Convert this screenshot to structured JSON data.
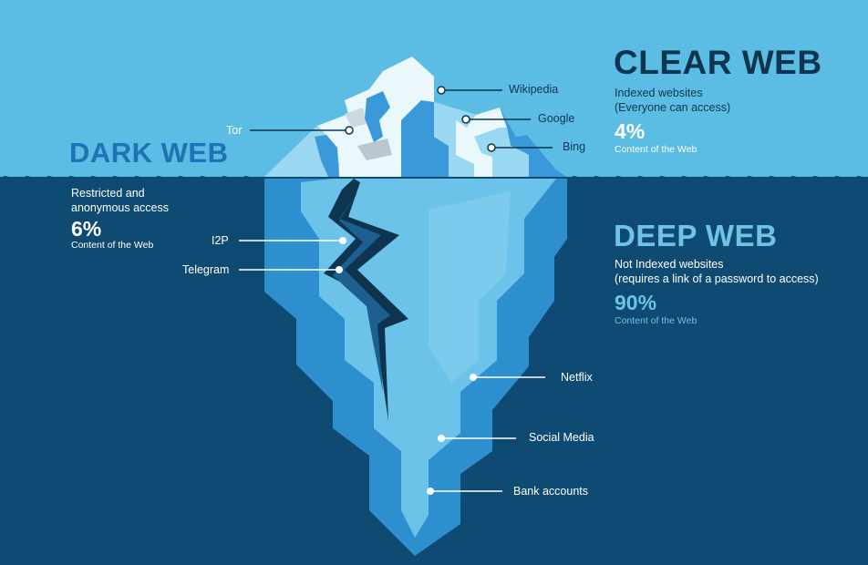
{
  "clear_web": {
    "title": "CLEAR WEB",
    "desc_line1": "Indexed websites",
    "desc_line2": "(Everyone can access)",
    "percent": "4%",
    "caption": "Content of the Web",
    "examples": [
      "Wikipedia",
      "Google",
      "Bing"
    ]
  },
  "dark_web": {
    "title": "DARK WEB",
    "desc_line1": "Restricted and",
    "desc_line2": "anonymous access",
    "percent": "6%",
    "caption": "Content of the Web",
    "examples": [
      "Tor",
      "I2P",
      "Telegram"
    ]
  },
  "deep_web": {
    "title": "DEEP WEB",
    "desc_line1": "Not Indexed websites",
    "desc_line2": "(requires a link of a password to access)",
    "percent": "90%",
    "caption": "Content of the Web",
    "examples": [
      "Netflix",
      "Social Media",
      "Bank accounts"
    ]
  },
  "colors": {
    "sky": "#5bbde4",
    "ocean": "#0e4a72",
    "ice_light": "#eaf7fb",
    "ice_mid": "#9ad7f0",
    "ice_blue": "#3a9ad9",
    "ice_under": "#2e8fcf",
    "ice_under_light": "#6cc3ea",
    "crack": "#0d3550"
  }
}
